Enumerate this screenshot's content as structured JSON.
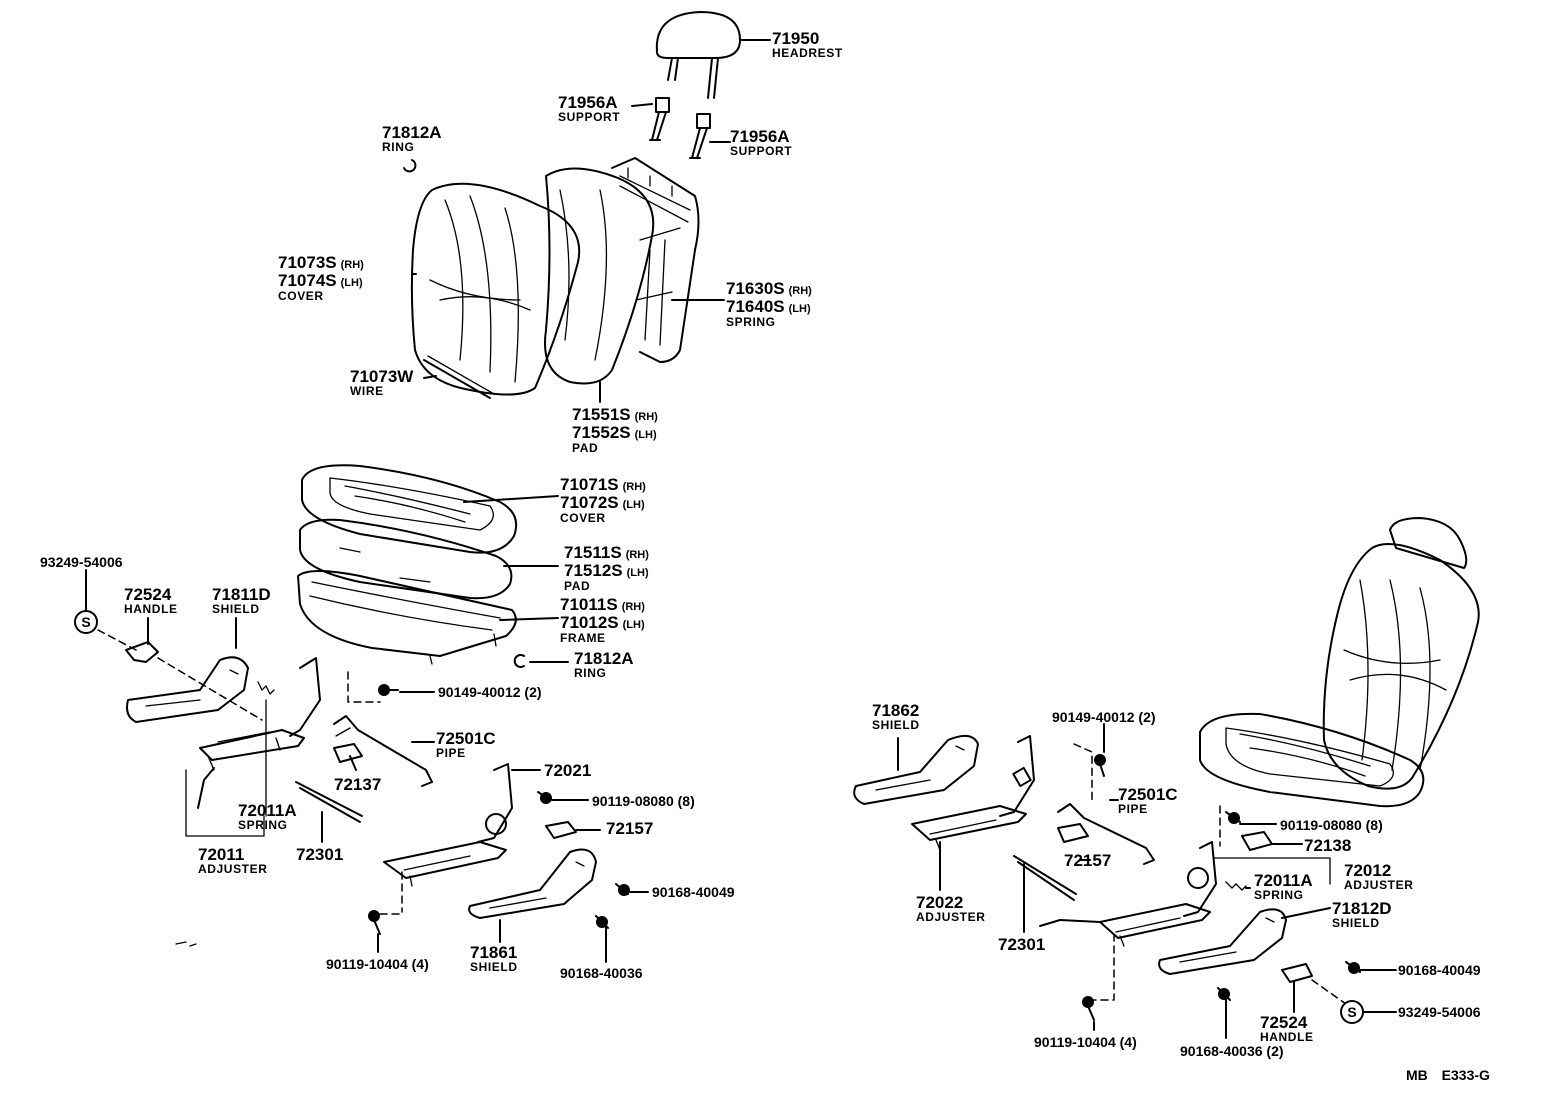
{
  "parts": {
    "headrest": {
      "num": "71950",
      "name": "HEADREST"
    },
    "support_left": {
      "num": "71956A",
      "name": "SUPPORT"
    },
    "support_right": {
      "num": "71956A",
      "name": "SUPPORT"
    },
    "ring_top": {
      "num": "71812A",
      "name": "RING"
    },
    "back_cover": {
      "num_rh": "71073S",
      "num_lh": "71074S",
      "name": "COVER"
    },
    "back_spring": {
      "num_rh": "71630S",
      "num_lh": "71640S",
      "name": "SPRING"
    },
    "wire": {
      "num": "71073W",
      "name": "WIRE"
    },
    "back_pad": {
      "num_rh": "71551S",
      "num_lh": "71552S",
      "name": "PAD"
    },
    "cushion_cover": {
      "num_rh": "71071S",
      "num_lh": "71072S",
      "name": "COVER"
    },
    "cushion_pad": {
      "num_rh": "71511S",
      "num_lh": "71512S",
      "name": "PAD"
    },
    "cushion_frame": {
      "num_rh": "71011S",
      "num_lh": "71012S",
      "name": "FRAME"
    },
    "ring_mid": {
      "num": "71812A",
      "name": "RING"
    },
    "screw_left": {
      "num": "93249-54006",
      "badge": "S"
    },
    "handle_left": {
      "num": "72524",
      "name": "HANDLE"
    },
    "shield_811d": {
      "num": "71811D",
      "name": "SHIELD"
    },
    "bolt_149_left": {
      "num": "90149-40012 (2)"
    },
    "pipe_left": {
      "num": "72501C",
      "name": "PIPE"
    },
    "part_72137": {
      "num": "72137"
    },
    "spring_left": {
      "num": "72011A",
      "name": "SPRING"
    },
    "adjuster_left": {
      "num": "72011",
      "name": "ADJUSTER"
    },
    "part_72301_left": {
      "num": "72301"
    },
    "part_72021": {
      "num": "72021"
    },
    "bolt_119_left": {
      "num": "90119-08080 (8)"
    },
    "part_72157_left": {
      "num": "72157"
    },
    "bolt_168_49_left": {
      "num": "90168-40049"
    },
    "bolt_104_left": {
      "num": "90119-10404 (4)"
    },
    "shield_861": {
      "num": "71861",
      "name": "SHIELD"
    },
    "bolt_168_36_left": {
      "num": "90168-40036"
    },
    "shield_862": {
      "num": "71862",
      "name": "SHIELD"
    },
    "bolt_149_right": {
      "num": "90149-40012 (2)"
    },
    "pipe_right": {
      "num": "72501C",
      "name": "PIPE"
    },
    "bolt_119_right": {
      "num": "90119-08080 (8)"
    },
    "part_72138": {
      "num": "72138"
    },
    "adjuster_right": {
      "num": "72012",
      "name": "ADJUSTER"
    },
    "spring_right": {
      "num": "72011A",
      "name": "SPRING"
    },
    "part_72157_right": {
      "num": "72157"
    },
    "adjuster_722": {
      "num": "72022",
      "name": "ADJUSTER"
    },
    "shield_812d": {
      "num": "71812D",
      "name": "SHIELD"
    },
    "part_72301_right": {
      "num": "72301"
    },
    "bolt_168_49_right": {
      "num": "90168-40049"
    },
    "screw_right": {
      "num": "93249-54006",
      "badge": "S"
    },
    "handle_right": {
      "num": "72524",
      "name": "HANDLE"
    },
    "bolt_104_right": {
      "num": "90119-10404 (4)"
    },
    "bolt_168_36_right": {
      "num": "90168-40036 (2)"
    }
  },
  "side_tags": {
    "rh": "(RH)",
    "lh": "(LH)"
  },
  "diagram_code": {
    "prefix": "MB",
    "code": "E333-G"
  }
}
